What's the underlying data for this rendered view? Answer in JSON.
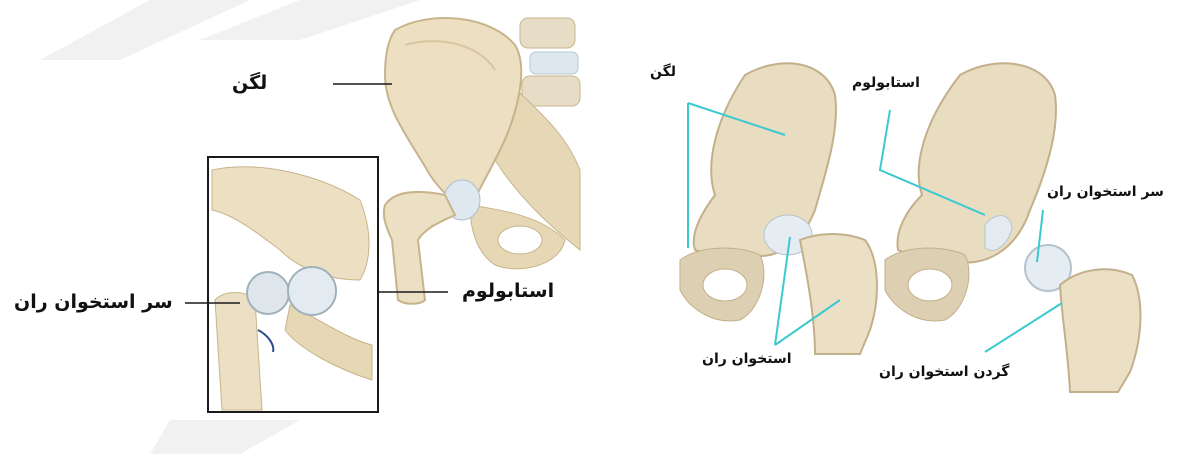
{
  "colors": {
    "bone": "#e9dcc0",
    "bone_shadow": "#c9b58e",
    "bone_dark": "#a8926b",
    "cartilage": "#e8eff4",
    "leader_left": "#1a1a1a",
    "leader_right": "#3cc9cf",
    "frame": "#1a1a1a",
    "watermark": "#eeeeee"
  },
  "left_figure": {
    "labels": {
      "pelvis": "لگن",
      "acetabulum": "استابولوم",
      "femoral_head": "سر استخوان ران"
    }
  },
  "right_figure": {
    "labels": {
      "pelvis": "لگن",
      "acetabulum": "استابولوم",
      "femoral_head": "سر استخوان ران",
      "femur": "استخوان ران",
      "femoral_neck": "گردن استخوان ران"
    }
  }
}
